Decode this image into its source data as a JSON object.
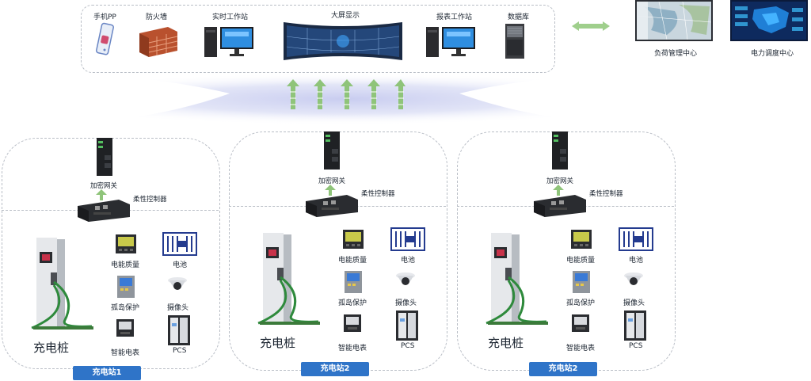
{
  "top": {
    "mobile_label": "手机PP",
    "firewall_label": "防火墙",
    "realtime_ws_label": "实时工作站",
    "bigscreen_label": "大屏显示",
    "report_ws_label": "报表工作站",
    "database_label": "数据库"
  },
  "centers": {
    "load_center_label": "负荷管理中心",
    "dispatch_center_label": "电力调度中心"
  },
  "stations": [
    {
      "tag": "充电站1",
      "gateway_label": "加密网关",
      "controller_label": "柔性控制器",
      "charger_label": "充电桩",
      "power_quality_label": "电能质量",
      "battery_label": "电池",
      "island_label": "孤岛保护",
      "camera_label": "摄像头",
      "meter_label": "智能电表",
      "pcs_label": "PCS"
    },
    {
      "tag": "充电站2",
      "gateway_label": "加密网关",
      "controller_label": "柔性控制器",
      "charger_label": "充电桩",
      "power_quality_label": "电能质量",
      "battery_label": "电池",
      "island_label": "孤岛保护",
      "camera_label": "摄像头",
      "meter_label": "智能电表",
      "pcs_label": "PCS"
    },
    {
      "tag": "充电站2",
      "gateway_label": "加密网关",
      "controller_label": "柔性控制器",
      "charger_label": "充电桩",
      "power_quality_label": "电能质量",
      "battery_label": "电池",
      "island_label": "孤岛保护",
      "camera_label": "摄像头",
      "meter_label": "智能电表",
      "pcs_label": "PCS"
    }
  ],
  "colors": {
    "accent": "#2f74c8",
    "arrow_green": "#8fc47a",
    "glow": "#c9cdf0",
    "dash": "#b9bec6"
  }
}
